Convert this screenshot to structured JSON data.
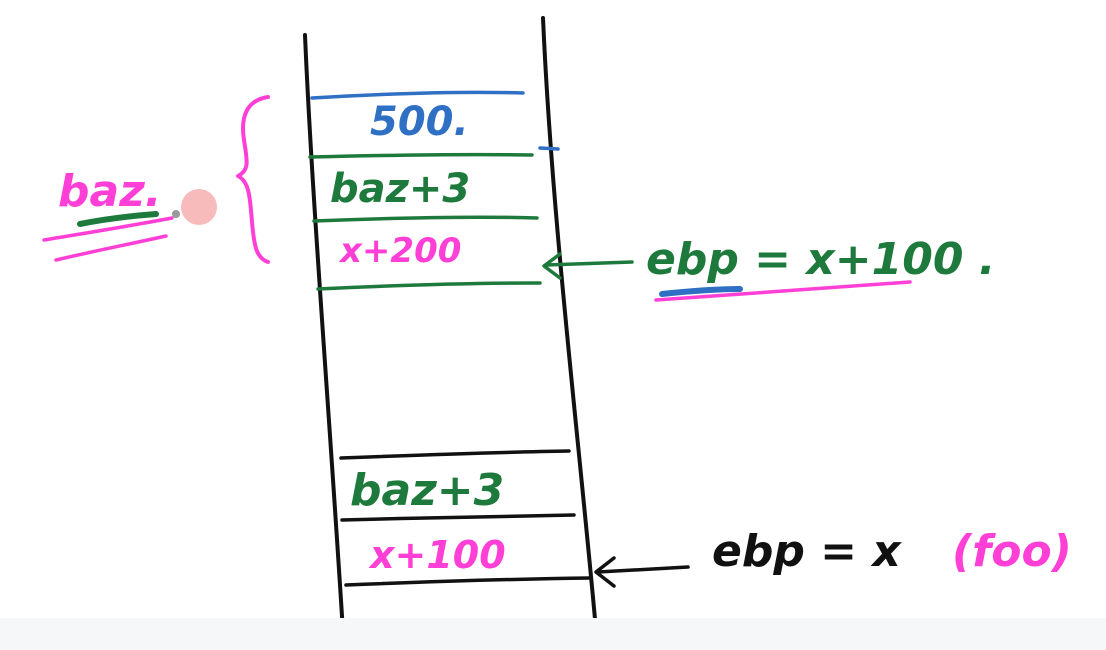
{
  "colors": {
    "black": "#111111",
    "blue": "#2f6fc4",
    "green": "#1e7a3c",
    "magenta": "#ff3fd6",
    "cursor": "#f6b4b4"
  },
  "stack_upper_frame": {
    "slot_top": "500.",
    "slot_return": "baz+3",
    "slot_saved_ebp": "x+200"
  },
  "stack_lower_frame": {
    "slot_return": "baz+3",
    "slot_saved_ebp": "x+100"
  },
  "labels": {
    "baz_frame": "baz.",
    "ebp_upper": "ebp = x+100 .",
    "ebp_lower": "ebp = x",
    "foo_note": "(foo)"
  }
}
